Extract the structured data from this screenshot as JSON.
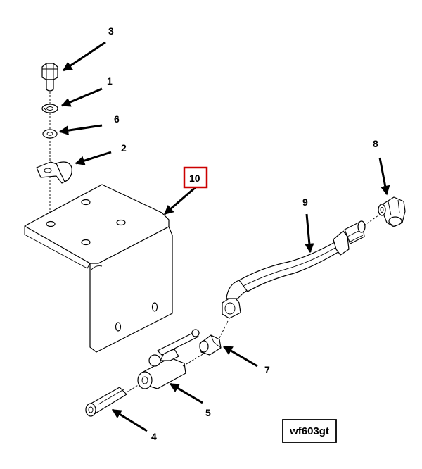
{
  "figure_id": "wf603gt",
  "highlight_color": "#cc0000",
  "callouts": [
    {
      "id": "c3",
      "label": "3"
    },
    {
      "id": "c1",
      "label": "1"
    },
    {
      "id": "c6",
      "label": "6"
    },
    {
      "id": "c2",
      "label": "2"
    },
    {
      "id": "c10",
      "label": "10",
      "highlighted": true
    },
    {
      "id": "c8",
      "label": "8"
    },
    {
      "id": "c9",
      "label": "9"
    },
    {
      "id": "c7",
      "label": "7"
    },
    {
      "id": "c5",
      "label": "5"
    },
    {
      "id": "c4",
      "label": "4"
    }
  ]
}
